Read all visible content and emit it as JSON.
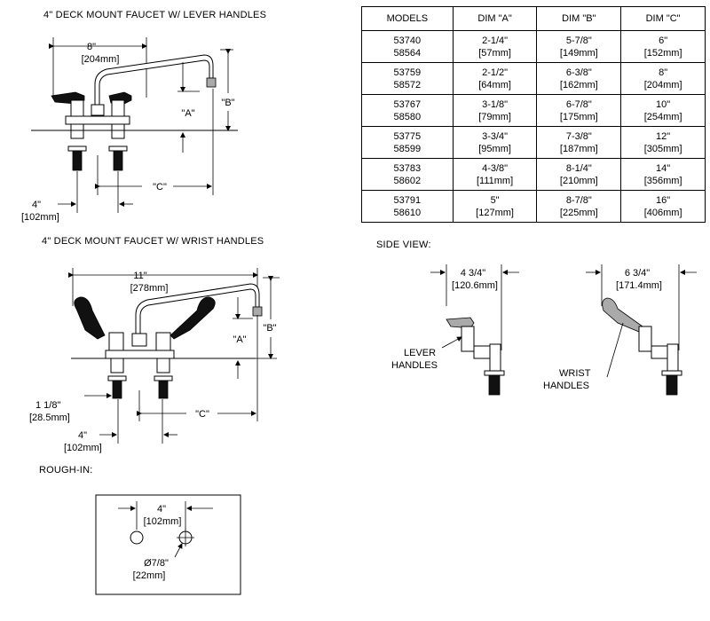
{
  "titles": {
    "lever": "4\" DECK MOUNT FAUCET W/ LEVER HANDLES",
    "wrist": "4\" DECK MOUNT FAUCET W/  WRIST HANDLES",
    "side_view": "SIDE VIEW:",
    "rough_in": "ROUGH-IN:"
  },
  "lever_dims": {
    "width_in": "8\"",
    "width_mm": "[204mm]",
    "a": "\"A\"",
    "b": "\"B\"",
    "c": "\"C\"",
    "center_in": "4\"",
    "center_mm": "[102mm]"
  },
  "wrist_dims": {
    "width_in": "11\"",
    "width_mm": "[278mm]",
    "a": "\"A\"",
    "b": "\"B\"",
    "c": "\"C\"",
    "shank_in": "1 1/8\"",
    "shank_mm": "[28.5mm]",
    "center_in": "4\"",
    "center_mm": "[102mm]"
  },
  "side_view": {
    "lever_in": "4 3/4\"",
    "lever_mm": "[120.6mm]",
    "lever_label_1": "LEVER",
    "lever_label_2": "HANDLES",
    "wrist_in": "6 3/4\"",
    "wrist_mm": "[171.4mm]",
    "wrist_label_1": "WRIST",
    "wrist_label_2": "HANDLES"
  },
  "rough_in": {
    "spacing_in": "4\"",
    "spacing_mm": "[102mm]",
    "hole_in": "Ø7/8\"",
    "hole_mm": "[22mm]"
  },
  "table": {
    "headers": [
      "MODELS",
      "DIM \"A\"",
      "DIM \"B\"",
      "DIM \"C\""
    ],
    "rows": [
      {
        "models": [
          "53740",
          "58564"
        ],
        "a": [
          "2-1/4\"",
          "[57mm]"
        ],
        "b": [
          "5-7/8\"",
          "[149mm]"
        ],
        "c": [
          "6\"",
          "[152mm]"
        ]
      },
      {
        "models": [
          "53759",
          "58572"
        ],
        "a": [
          "2-1/2\"",
          "[64mm]"
        ],
        "b": [
          "6-3/8\"",
          "[162mm]"
        ],
        "c": [
          "8\"",
          "[204mm]"
        ]
      },
      {
        "models": [
          "53767",
          "58580"
        ],
        "a": [
          "3-1/8\"",
          "[79mm]"
        ],
        "b": [
          "6-7/8\"",
          "[175mm]"
        ],
        "c": [
          "10\"",
          "[254mm]"
        ]
      },
      {
        "models": [
          "53775",
          "58599"
        ],
        "a": [
          "3-3/4\"",
          "[95mm]"
        ],
        "b": [
          "7-3/8\"",
          "[187mm]"
        ],
        "c": [
          "12\"",
          "[305mm]"
        ]
      },
      {
        "models": [
          "53783",
          "58602"
        ],
        "a": [
          "4-3/8\"",
          "[111mm]"
        ],
        "b": [
          "8-1/4\"",
          "[210mm]"
        ],
        "c": [
          "14\"",
          "[356mm]"
        ]
      },
      {
        "models": [
          "53791",
          "58610"
        ],
        "a": [
          "5\"",
          "[127mm]"
        ],
        "b": [
          "8-7/8\"",
          "[225mm]"
        ],
        "c": [
          "16\"",
          "[406mm]"
        ]
      }
    ]
  }
}
